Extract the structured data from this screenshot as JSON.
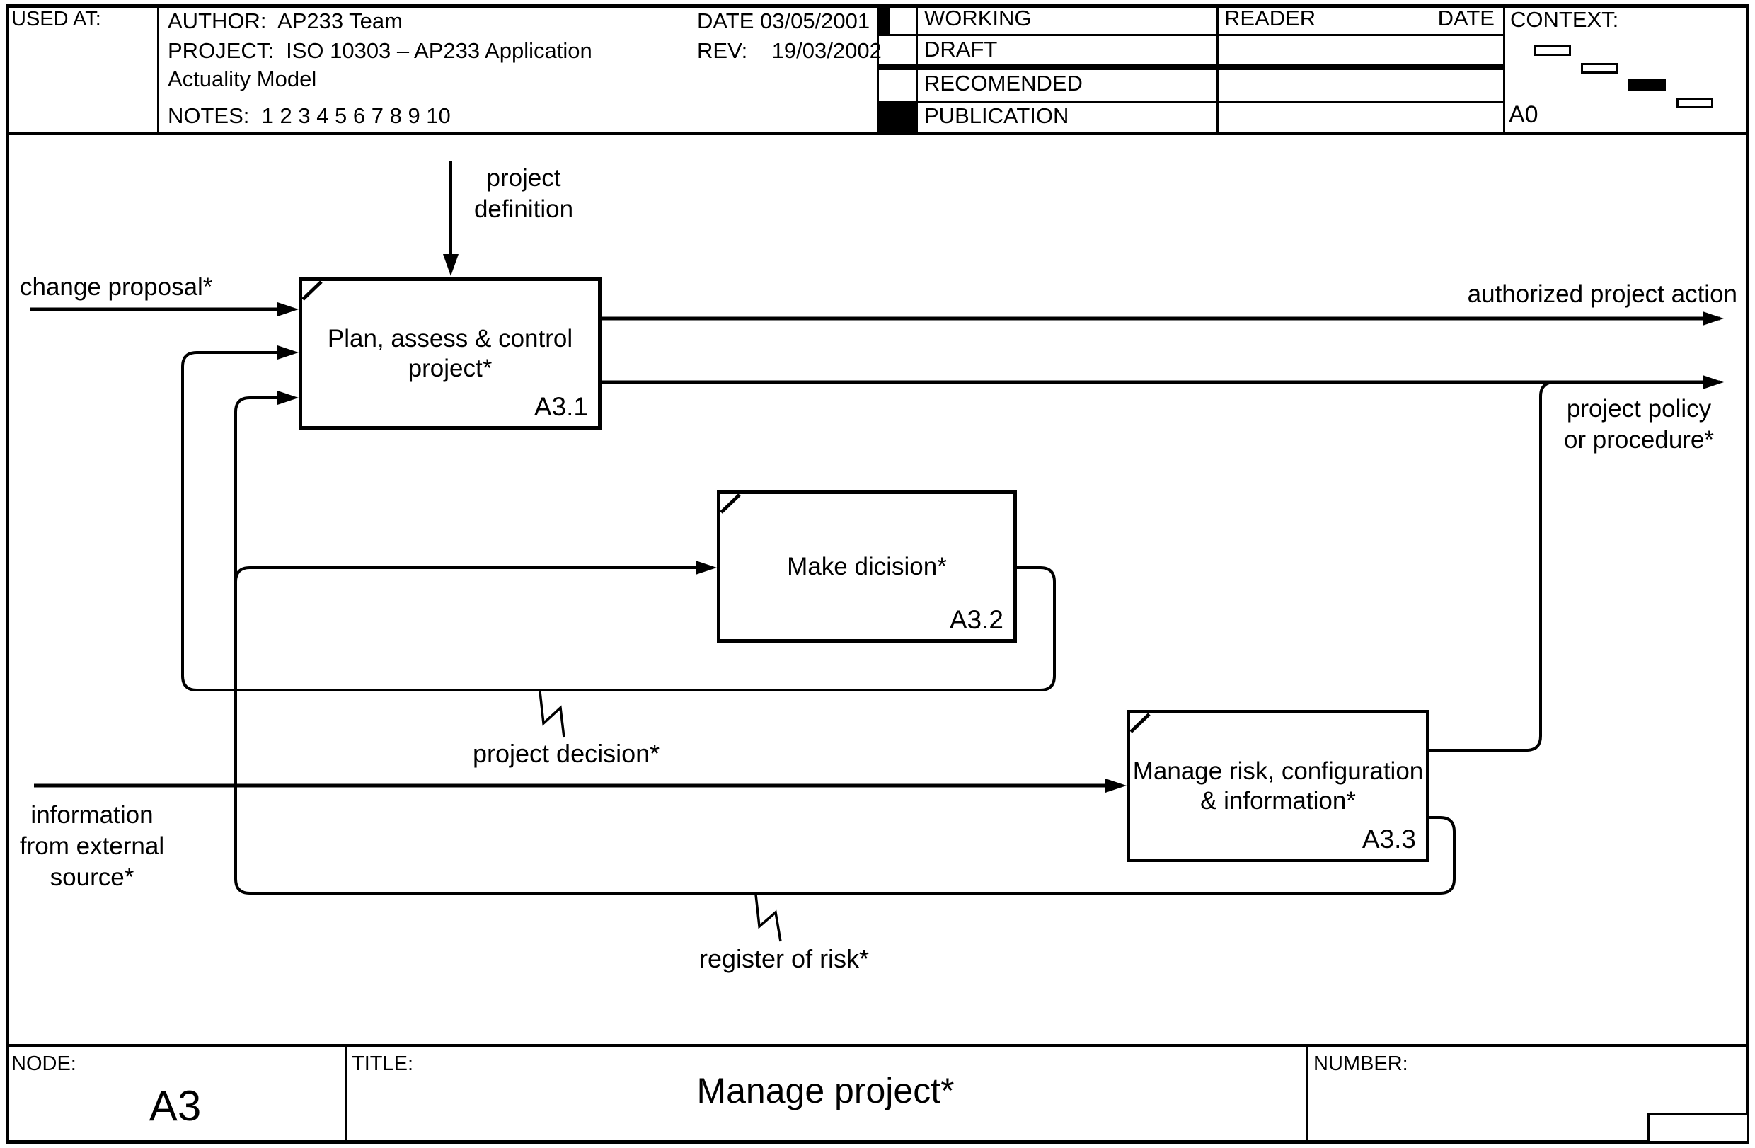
{
  "header": {
    "used_at": "USED AT:",
    "author": "AUTHOR:  AP233 Team",
    "project_line1": "PROJECT:  ISO 10303 – AP233 Application",
    "project_line2": "Actuality Model",
    "notes": "NOTES:  1 2 3 4 5 6 7 8 9 10",
    "date": "DATE 03/05/2001",
    "rev": "REV:    19/03/2002",
    "status_rows": [
      "WORKING",
      "DRAFT",
      "RECOMENDED",
      "PUBLICATION"
    ],
    "reader": "READER",
    "reader_date": "DATE",
    "context_label": "CONTEXT:",
    "context_node": "A0"
  },
  "diagram": {
    "boxes": [
      {
        "label_line1": "Plan, assess & control",
        "label_line2": "project*",
        "number": "A3.1"
      },
      {
        "label_line1": "Make dicision*",
        "label_line2": "",
        "number": "A3.2"
      },
      {
        "label_line1": "Manage risk, configuration",
        "label_line2": "& information*",
        "number": "A3.3"
      }
    ],
    "flows": {
      "project_definition_l1": "project",
      "project_definition_l2": "definition",
      "change_proposal": "change proposal*",
      "authorized_project_action": "authorized project action",
      "project_policy_l1": "project policy",
      "project_policy_l2": "or procedure*",
      "project_decision": "project decision*",
      "register_of_risk": "register of risk*",
      "information_l1": "information",
      "information_l2": "from external",
      "information_l3": "source*"
    }
  },
  "footer": {
    "node_label": "NODE:",
    "node_value": "A3",
    "title_label": "TITLE:",
    "title_value": "Manage project*",
    "number_label": "NUMBER:"
  },
  "colors": {
    "ink": "#000000",
    "paper": "#ffffff"
  }
}
